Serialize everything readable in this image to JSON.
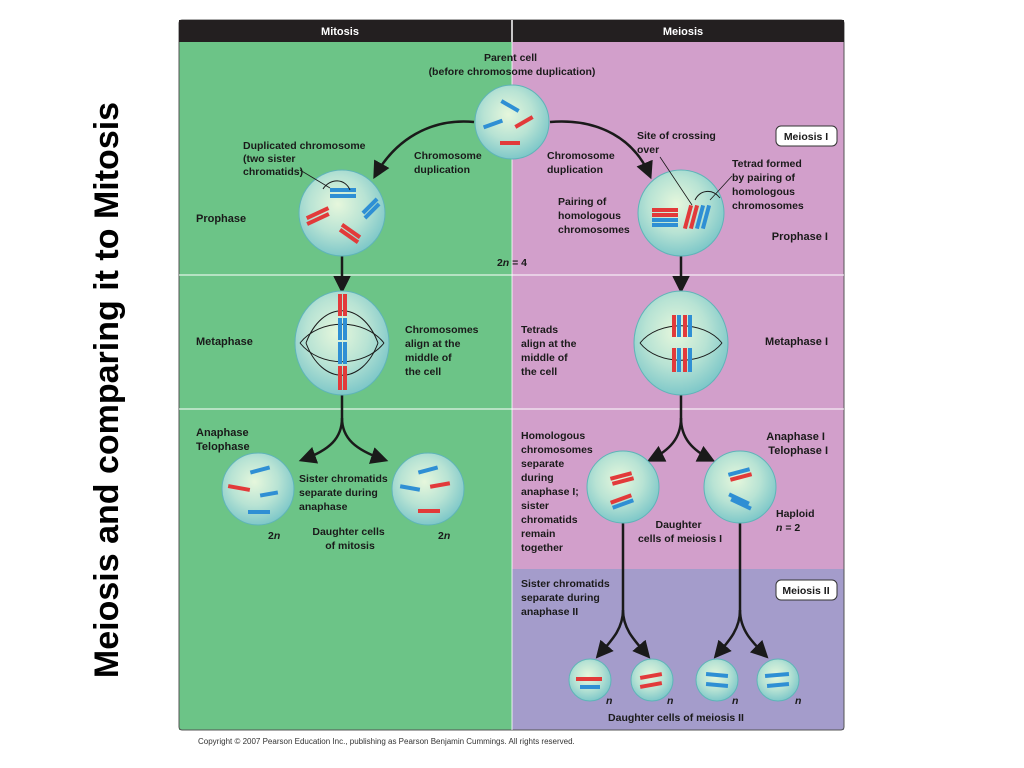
{
  "side_title": "Meiosis and comparing it to Mitosis",
  "headers": {
    "mitosis": "Mitosis",
    "meiosis": "Meiosis"
  },
  "parent_cell": [
    "Parent cell",
    "(before chromosome duplication)"
  ],
  "chromosome_duplication": [
    "Chromosome",
    "duplication"
  ],
  "duplicated_chromosome": [
    "Duplicated chromosome",
    "(two sister",
    "chromatids)"
  ],
  "site_of_crossing_over": [
    "Site of crossing",
    "over"
  ],
  "meiosis_i_box": "Meiosis I",
  "meiosis_ii_box": "Meiosis II",
  "tetrad_formed": [
    "Tetrad formed",
    "by pairing of",
    "homologous",
    "chromosomes"
  ],
  "pairing_of_homologous": [
    "Pairing of",
    "homologous",
    "chromosomes"
  ],
  "prophase": "Prophase",
  "prophase_i": "Prophase I",
  "ploidy_label": {
    "number": "2",
    "var": "n",
    "rest": " = 4"
  },
  "metaphase": "Metaphase",
  "metaphase_i": "Metaphase I",
  "chromosomes_align": [
    "Chromosomes",
    "align at the",
    "middle of",
    "the cell"
  ],
  "tetrads_align": [
    "Tetrads",
    "align at the",
    "middle of",
    "the cell"
  ],
  "anaphase_telophase": [
    "Anaphase",
    "Telophase"
  ],
  "anaphase_telophase_i": [
    "Anaphase I",
    "Telophase I"
  ],
  "sister_chromatids_separate": [
    "Sister chromatids",
    "separate during",
    "anaphase"
  ],
  "daughter_cells_mitosis": [
    "Daughter cells",
    "of mitosis"
  ],
  "two_n": {
    "number": "2",
    "var": "n"
  },
  "homologous_separate": [
    "Homologous",
    "chromosomes",
    "separate",
    "during",
    "anaphase I;",
    "sister",
    "chromatids",
    "remain",
    "together"
  ],
  "daughter_cells_meiosis_i": [
    "Daughter",
    "cells of meiosis I"
  ],
  "haploid": {
    "line1": "Haploid",
    "var": "n",
    "rest": " = 2"
  },
  "sister_chromatids_separate_ii": [
    "Sister chromatids",
    "separate during",
    "anaphase II"
  ],
  "n_label": "n",
  "daughter_cells_meiosis_ii": "Daughter cells of meiosis II",
  "copyright": "Copyright © 2007 Pearson Education Inc., publishing as Pearson Benjamin Cummings. All rights reserved.",
  "colors": {
    "mitosis_bg": "#6cc487",
    "meiosis_bg": "#d29fcb",
    "meiosis_ii_bg": "#a49ccb",
    "header_bg": "#231f20",
    "cell_fill": "#a9dcd6",
    "red_chromosome": "#e23a3a",
    "blue_chromosome": "#2f8fd4"
  }
}
